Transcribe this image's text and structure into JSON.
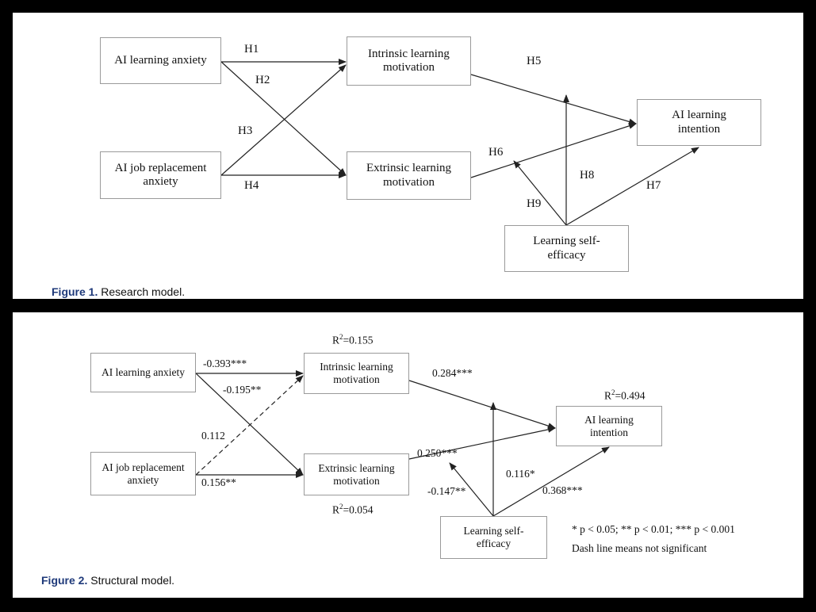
{
  "figure1": {
    "caption_label": "Figure 1.",
    "caption_text": "Research model.",
    "nodes": {
      "ai_learning_anxiety": "AI learning anxiety",
      "ai_job_replacement_anxiety": "AI job replacement anxiety",
      "intrinsic_learning_motivation": "Intrinsic learning motivation",
      "extrinsic_learning_motivation": "Extrinsic learning motivation",
      "ai_learning_intention": "AI learning intention",
      "learning_self_efficacy": "Learning self-efficacy"
    },
    "paths": [
      "H1",
      "H2",
      "H3",
      "H4",
      "H5",
      "H6",
      "H7",
      "H8",
      "H9"
    ]
  },
  "figure2": {
    "caption_label": "Figure 2.",
    "caption_text": "Structural model.",
    "nodes": {
      "ai_learning_anxiety": "AI learning anxiety",
      "ai_job_replacement_anxiety": "AI job replacement anxiety",
      "intrinsic_learning_motivation": "Intrinsic learning motivation",
      "extrinsic_learning_motivation": "Extrinsic learning motivation",
      "ai_learning_intention": "AI learning intention",
      "learning_self_efficacy": "Learning self-efficacy"
    },
    "coefficients": {
      "h1": "-0.393***",
      "h2": "-0.195**",
      "h3": "0.112",
      "h4": "0.156**",
      "h5": "0.284***",
      "h6": "0.250***",
      "h7": "0.368***",
      "h8": "0.116*",
      "h9": "-0.147**"
    },
    "r_squared": {
      "prefix": "R",
      "sup": "2",
      "intrinsic": "=0.155",
      "extrinsic": "=0.054",
      "intention": "=0.494"
    },
    "legend": {
      "significance": "* p < 0.05; ** p < 0.01; *** p < 0.001",
      "dash_note": "Dash line means not significant"
    }
  }
}
